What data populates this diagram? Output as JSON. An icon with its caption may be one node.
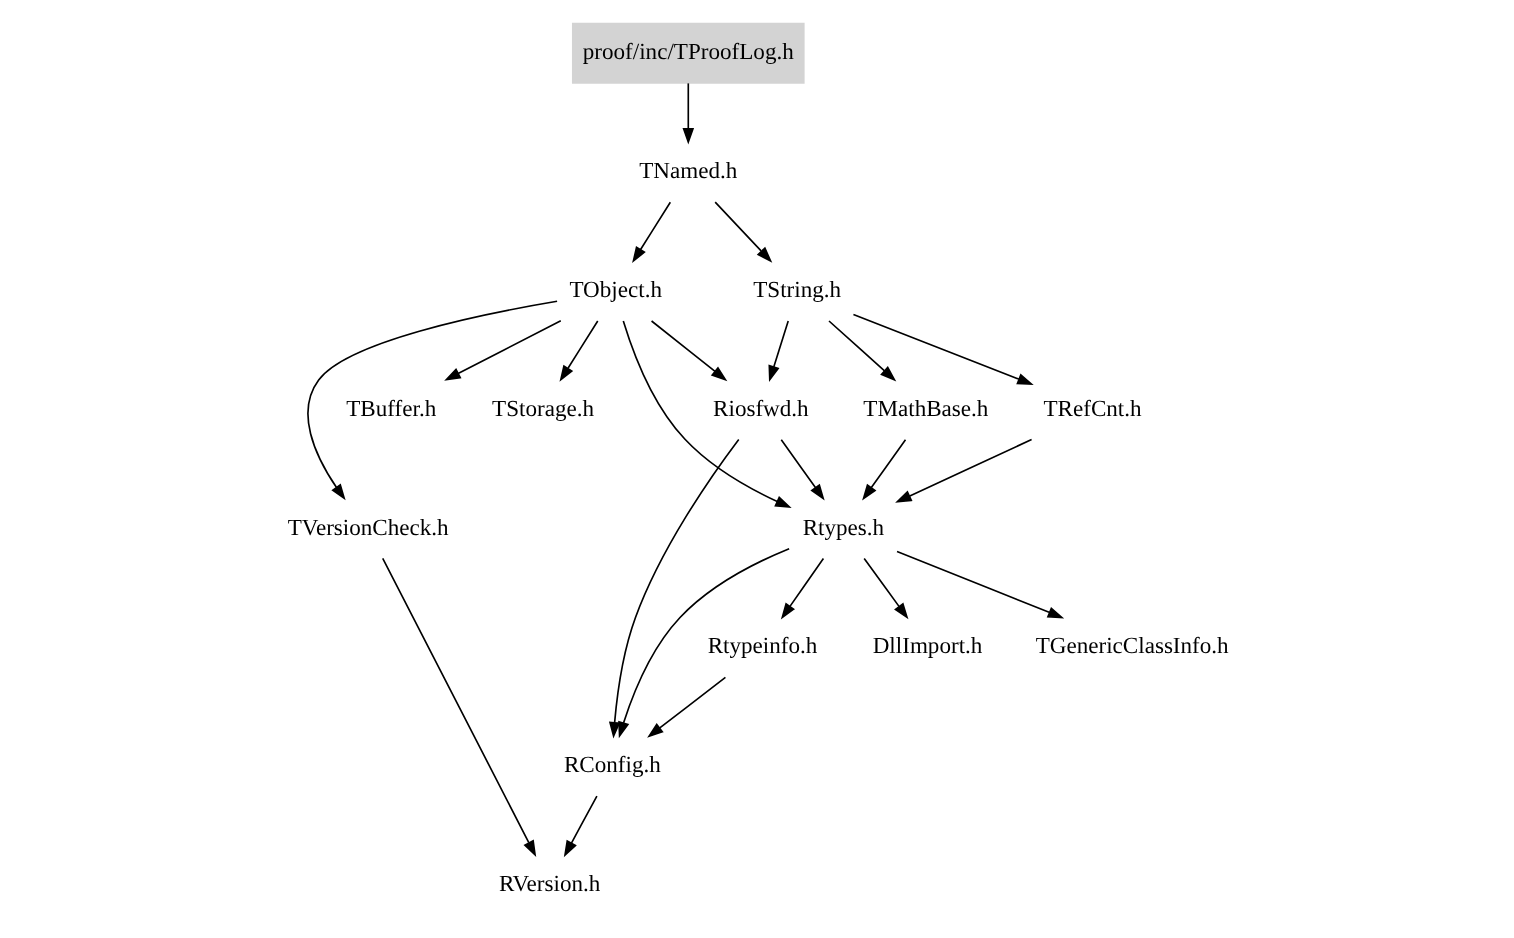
{
  "diagram": {
    "nodes": [
      {
        "text": [
          "proof/inc/TProofLog.h"
        ]
      },
      {
        "text": [
          "TNamed.h"
        ]
      },
      {
        "text": [
          "TObject.h"
        ]
      },
      {
        "text": [
          "TString.h"
        ]
      },
      {
        "text": [
          "TBuffer.h"
        ]
      },
      {
        "text": [
          "TStorage.h"
        ]
      },
      {
        "text": [
          "Riosfwd.h"
        ]
      },
      {
        "text": [
          "TRefCnt.h"
        ]
      },
      {
        "text": [
          "TMathBase.h"
        ]
      },
      {
        "text": [
          "TVersionCheck.h"
        ]
      },
      {
        "text": [
          "Rtypes.h"
        ]
      },
      {
        "text": [
          "DllImport.h"
        ]
      },
      {
        "text": [
          "TGenericClassInfo.h"
        ]
      },
      {
        "text": [
          "Rtypeinfo.h"
        ]
      },
      {
        "text": [
          "RConfig.h"
        ]
      },
      {
        "text": [
          "RVersion.h"
        ]
      }
    ],
    "edges": [
      {
        "from": 0,
        "to": 1,
        "arrow": "to"
      },
      {
        "from": 1,
        "to": 2,
        "arrow": "to"
      },
      {
        "from": 1,
        "to": 3,
        "arrow": "to"
      },
      {
        "from": 2,
        "to": 9,
        "arrow": "to"
      },
      {
        "from": 2,
        "to": 4,
        "arrow": "to"
      },
      {
        "from": 2,
        "to": 5,
        "arrow": "to"
      },
      {
        "from": 2,
        "to": 6,
        "arrow": "to"
      },
      {
        "from": 2,
        "to": 10,
        "arrow": "to"
      },
      {
        "from": 3,
        "to": 6,
        "arrow": "to"
      },
      {
        "from": 3,
        "to": 7,
        "arrow": "to"
      },
      {
        "from": 3,
        "to": 8,
        "arrow": "to"
      },
      {
        "from": 6,
        "to": 10,
        "arrow": "to"
      },
      {
        "from": 6,
        "to": 14,
        "arrow": "to"
      },
      {
        "from": 7,
        "to": 10,
        "arrow": "to"
      },
      {
        "from": 8,
        "to": 10,
        "arrow": "to"
      },
      {
        "from": 9,
        "to": 15,
        "arrow": "to"
      },
      {
        "from": 10,
        "to": 11,
        "arrow": "to"
      },
      {
        "from": 10,
        "to": 12,
        "arrow": "to"
      },
      {
        "from": 10,
        "to": 13,
        "arrow": "to"
      },
      {
        "from": 10,
        "to": 14,
        "arrow": "to"
      },
      {
        "from": 13,
        "to": 14,
        "arrow": "to"
      },
      {
        "from": 14,
        "to": 15,
        "arrow": "to"
      }
    ]
  }
}
